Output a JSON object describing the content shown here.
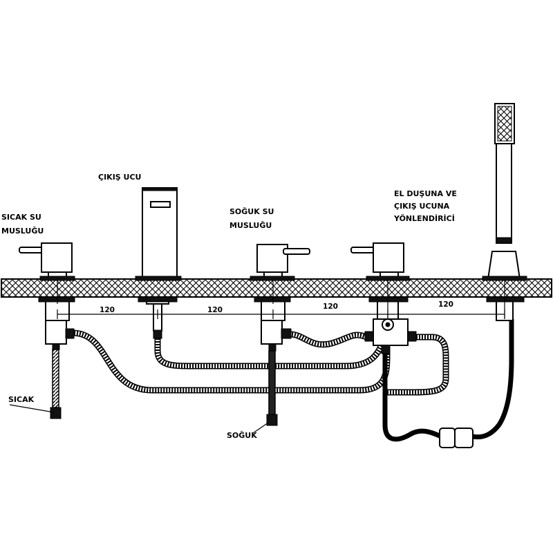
{
  "diagram": {
    "labels": {
      "hot_tap": [
        "SICAK SU",
        "MUSLUĞU"
      ],
      "spout": "ÇIKIŞ UCU",
      "cold_tap": [
        "SOĞUK SU",
        "MUSLUĞU"
      ],
      "diverter": [
        "EL DUŞUNA VE",
        "ÇIKIŞ UCUNA",
        "YÖNLENDİRİCİ"
      ],
      "hot_inlet": "SICAK",
      "cold_inlet": "SOĞUK"
    },
    "dimensions": [
      "120",
      "120",
      "120",
      "120"
    ],
    "colors": {
      "line": "#000000",
      "background": "#ffffff"
    }
  }
}
